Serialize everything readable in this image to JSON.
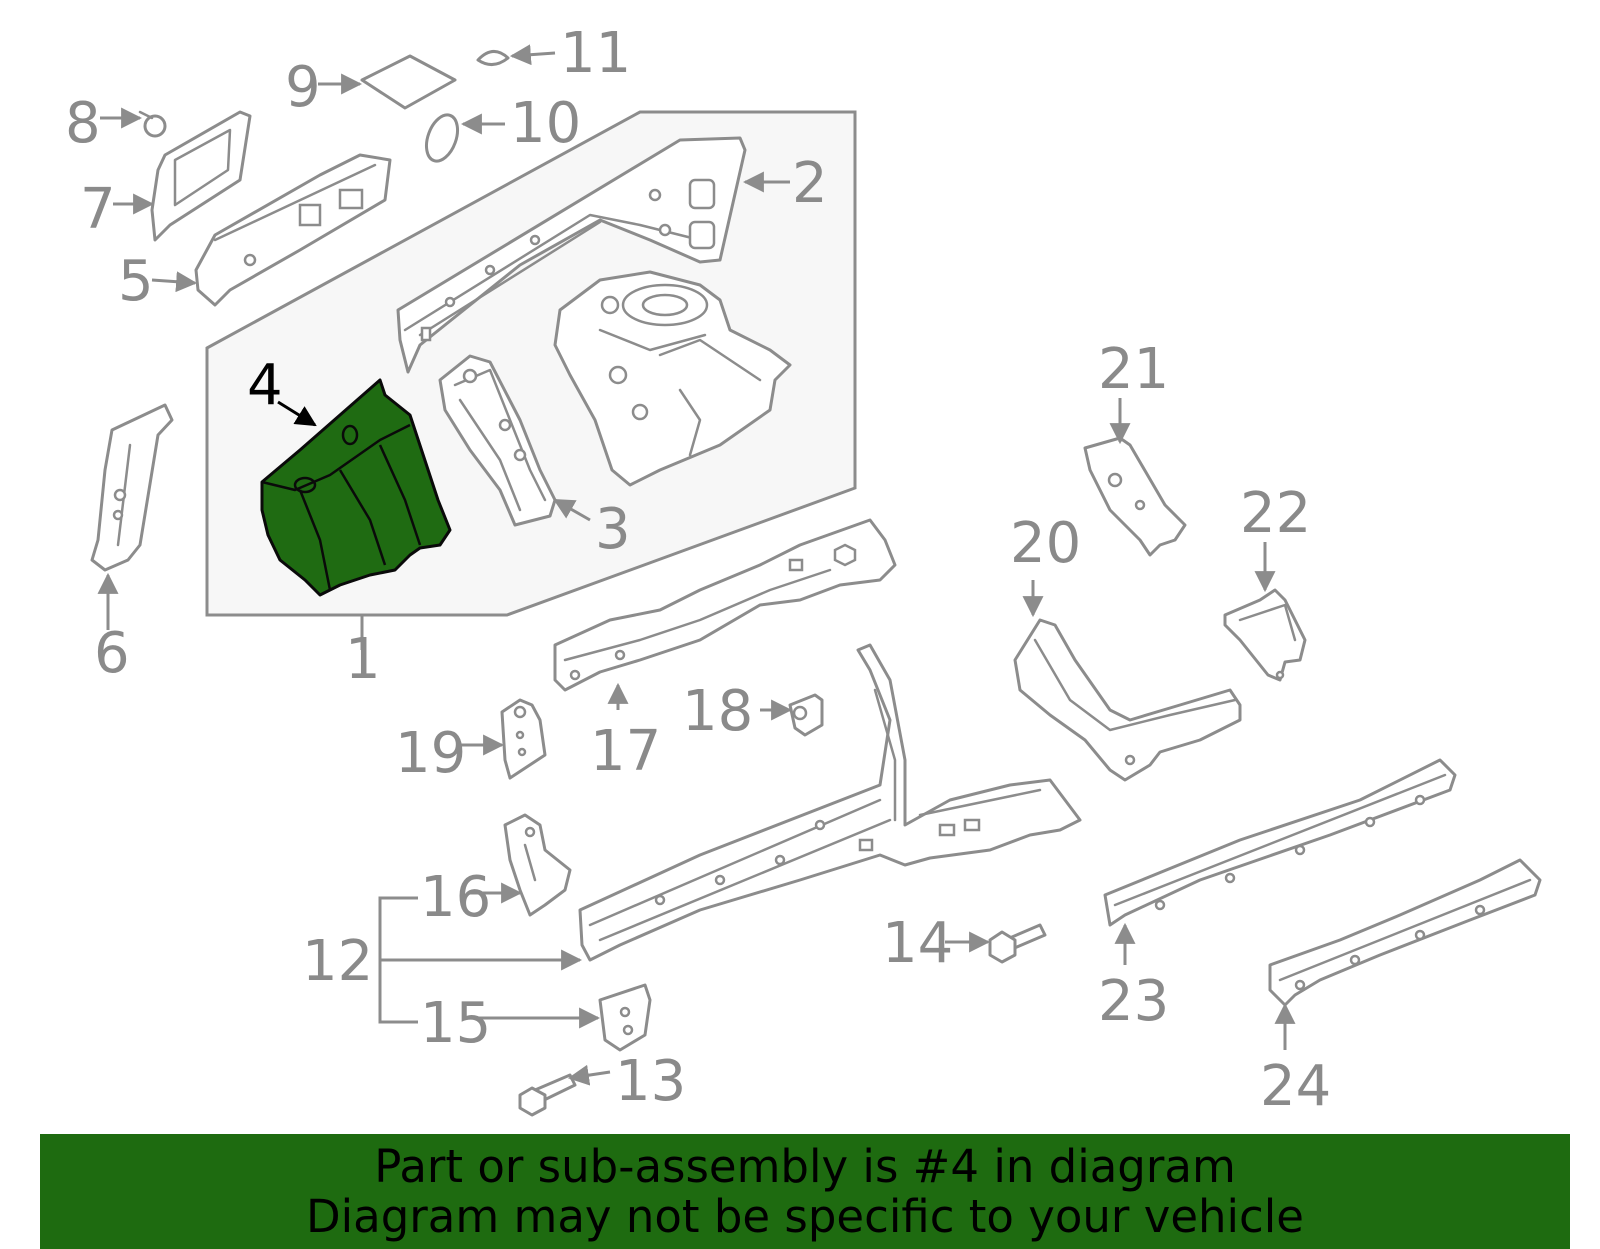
{
  "diagram": {
    "callouts": {
      "c1": "1",
      "c2": "2",
      "c3": "3",
      "c4": "4",
      "c5": "5",
      "c6": "6",
      "c7": "7",
      "c8": "8",
      "c9": "9",
      "c10": "10",
      "c11": "11",
      "c12": "12",
      "c13": "13",
      "c14": "14",
      "c15": "15",
      "c16": "16",
      "c17": "17",
      "c18": "18",
      "c19": "19",
      "c20": "20",
      "c21": "21",
      "c22": "22",
      "c23": "23",
      "c24": "24"
    },
    "highlighted_part": "4",
    "colors": {
      "highlight_fill": "#1f6b12",
      "line": "#8c8c8c",
      "assembly_box": "#f7f7f7",
      "banner": "#1e6b10"
    }
  },
  "banner": {
    "line1": "Part or sub-assembly is #4 in diagram",
    "line2": "Diagram may not be specific to your vehicle"
  }
}
